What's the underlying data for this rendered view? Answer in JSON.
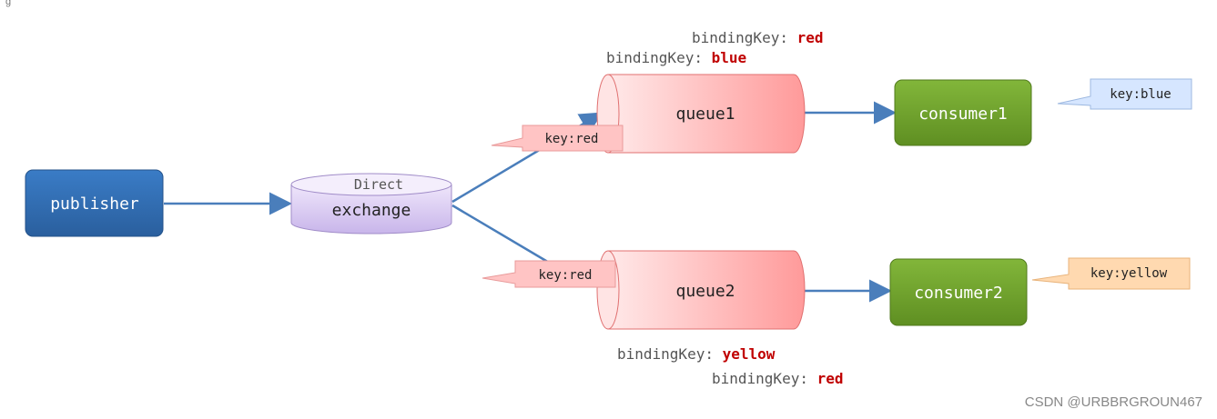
{
  "top_corner_text": "g",
  "publisher": {
    "label": "publisher"
  },
  "exchange": {
    "type_label": "Direct",
    "label": "exchange"
  },
  "queues": [
    {
      "label": "queue1",
      "route_key": "key:red",
      "binding_keys": [
        {
          "prefix": "bindingKey: ",
          "value": "red"
        },
        {
          "prefix": "bindingKey: ",
          "value": "blue"
        }
      ]
    },
    {
      "label": "queue2",
      "route_key": "key:red",
      "binding_keys": [
        {
          "prefix": "bindingKey: ",
          "value": "yellow"
        },
        {
          "prefix": "bindingKey: ",
          "value": "red"
        }
      ]
    }
  ],
  "consumers": [
    {
      "label": "consumer1",
      "message_key": "key:blue"
    },
    {
      "label": "consumer2",
      "message_key": "key:yellow"
    }
  ],
  "colors": {
    "publisher": "#2f6db5",
    "exchange": "#d8c8f0",
    "queue": "#ffb0b0",
    "consumer": "#74a72e",
    "arrow": "#4a7ebb",
    "key_red_bubble": "#ffc4c4",
    "key_blue_bubble": "#d6e6ff",
    "key_yellow_bubble": "#ffd9b0",
    "binding_value": "#c00000"
  },
  "watermark": "CSDN @URBBRGROUN467"
}
